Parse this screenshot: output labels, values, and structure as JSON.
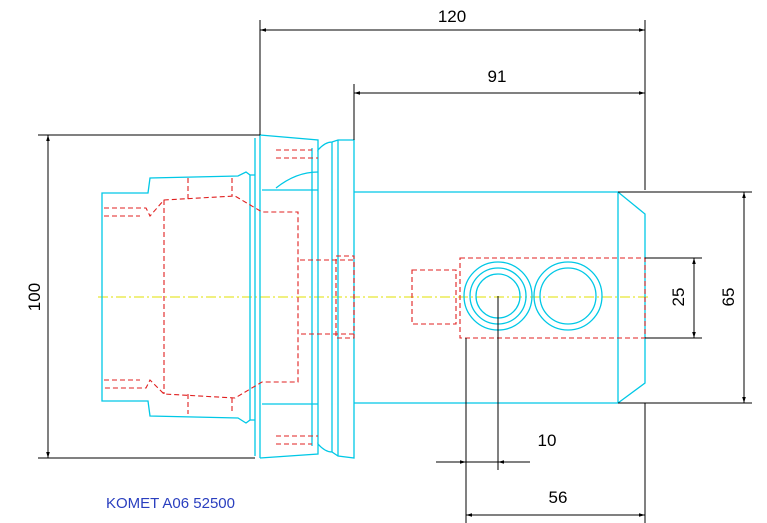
{
  "dimensions": {
    "overall_length": "120",
    "body_length": "91",
    "bore_spacing": "25",
    "body_height": "65",
    "flange_diameter": "100",
    "offset": "10",
    "bore_length": "56"
  },
  "caption": "KOMET A06 52500",
  "colors": {
    "geometry": "#00c8e6",
    "hidden_lines": "#e02020",
    "centerline": "#e0e000",
    "dimension_lines": "#000000",
    "caption": "#2a3fbf"
  }
}
